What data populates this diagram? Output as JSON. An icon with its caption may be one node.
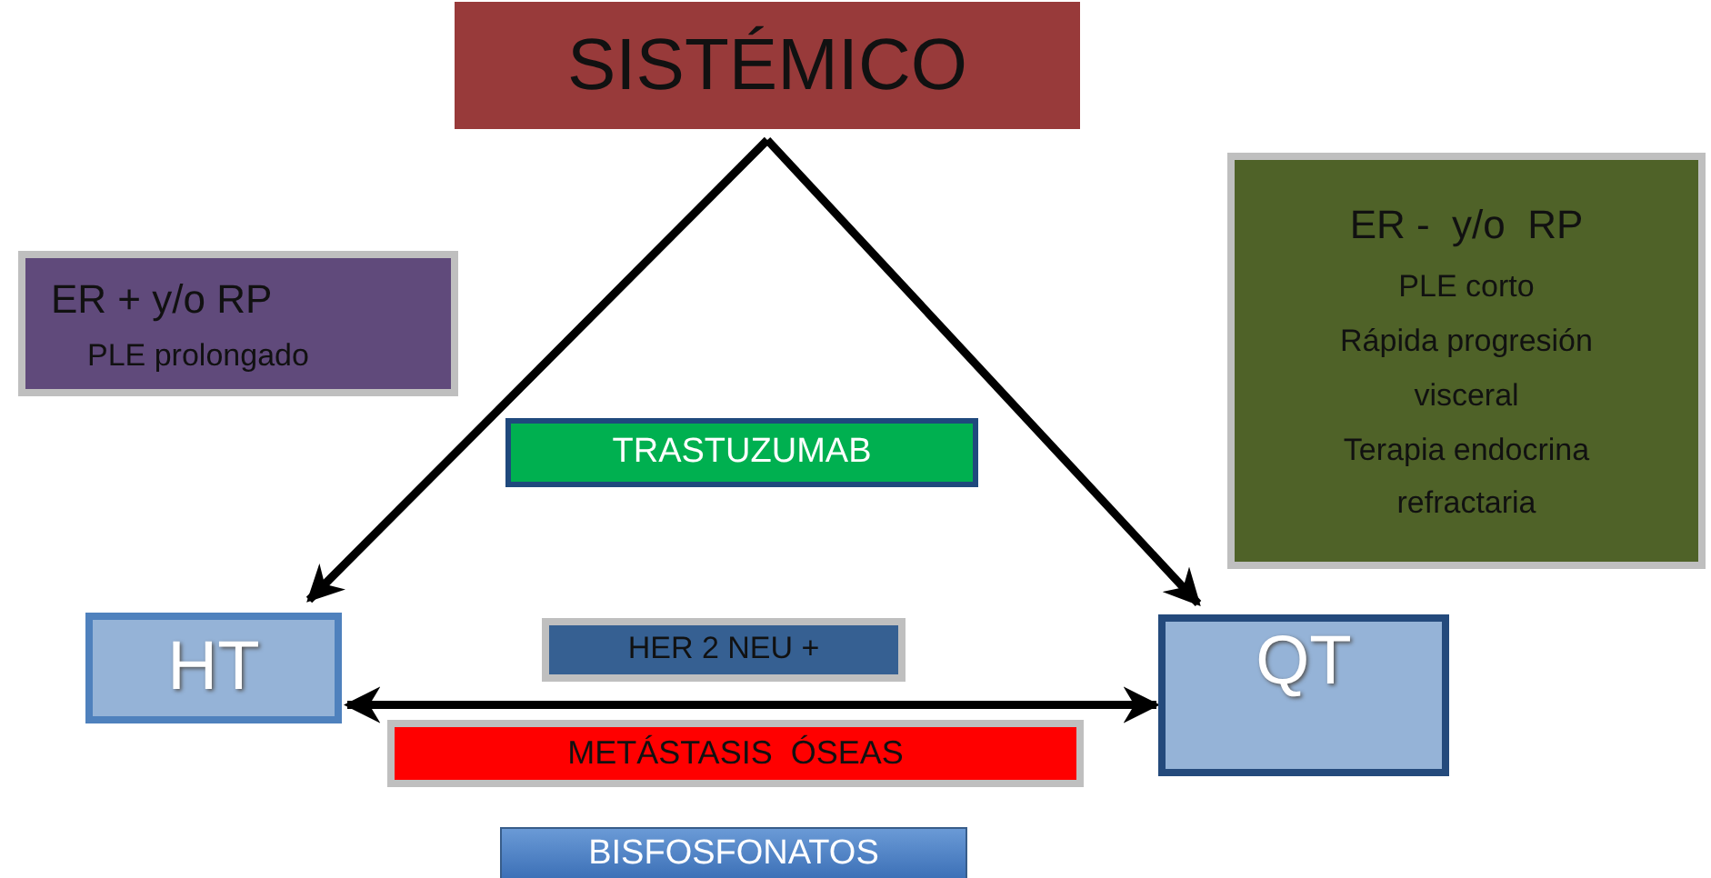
{
  "diagram": {
    "nodes": [
      {
        "text": [
          "SISTÉMICO"
        ]
      },
      {
        "text": [
          "ER + y/o RP",
          "PLE prolongado"
        ]
      },
      {
        "text": [
          "ER -  y/o  RP",
          "PLE corto",
          "Rápida progresión visceral",
          "Terapia endocrina refractaria"
        ]
      },
      {
        "text": [
          "TRASTUZUMAB"
        ]
      },
      {
        "text": [
          "HT"
        ]
      },
      {
        "text": [
          "HER 2 NEU +"
        ]
      },
      {
        "text": [
          "QT"
        ]
      },
      {
        "text": [
          "METÁSTASIS  ÓSEAS"
        ]
      },
      {
        "text": [
          "BISFOSFONATOS"
        ]
      }
    ],
    "edges": [
      {
        "from": 0,
        "to": 4,
        "arrow": "to"
      },
      {
        "from": 0,
        "to": 6,
        "arrow": "to"
      },
      {
        "from": 4,
        "to": 6,
        "arrow": "both"
      }
    ]
  }
}
